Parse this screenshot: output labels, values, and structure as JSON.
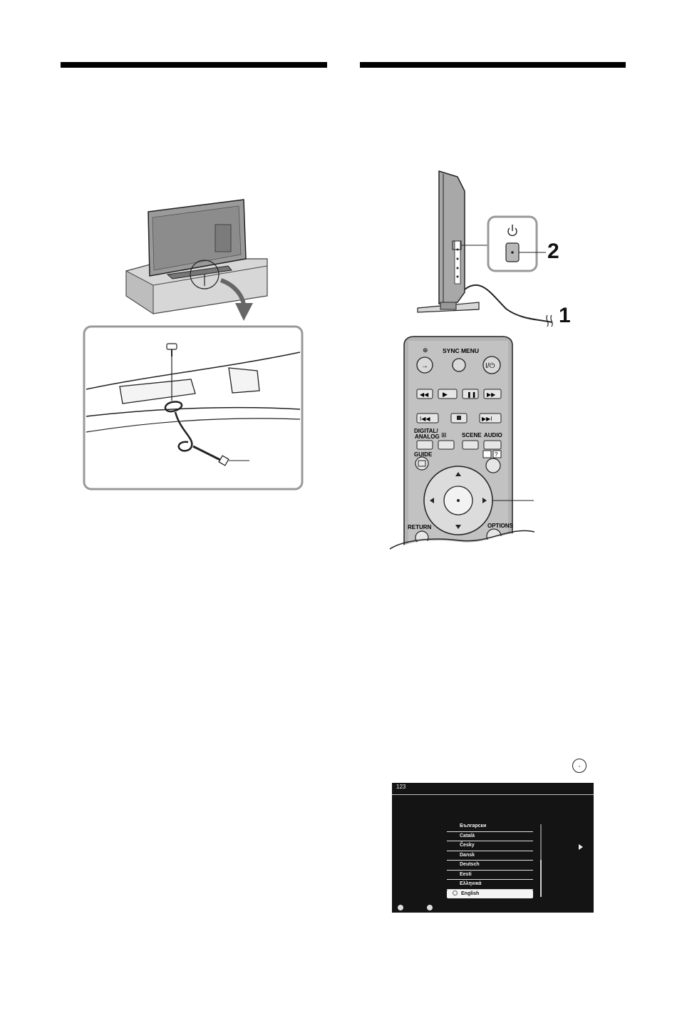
{
  "callouts": {
    "power_cord": "1",
    "power_button": "2"
  },
  "remote": {
    "sync_menu_label": "SYNC MENU",
    "digital_analog_label_line1": "DIGITAL/",
    "digital_analog_label_line2": "ANALOG",
    "scene_label": "SCENE",
    "audio_label": "AUDIO",
    "guide_label": "GUIDE",
    "return_label": "RETURN",
    "options_label": "OPTIONS"
  },
  "menu": {
    "top_icon": "123",
    "languages": [
      "Български",
      "Català",
      "Česky",
      "Dansk",
      "Deutsch",
      "Eesti",
      "Ελληνικά"
    ],
    "selected_language": "English"
  },
  "icons": [
    "screw-icon",
    "power-symbol-icon",
    "enter-button-icon",
    "input-icon",
    "play-icon",
    "pause-icon",
    "stop-icon",
    "guide-icon",
    "info-icon",
    "help-icon",
    "return-icon"
  ]
}
